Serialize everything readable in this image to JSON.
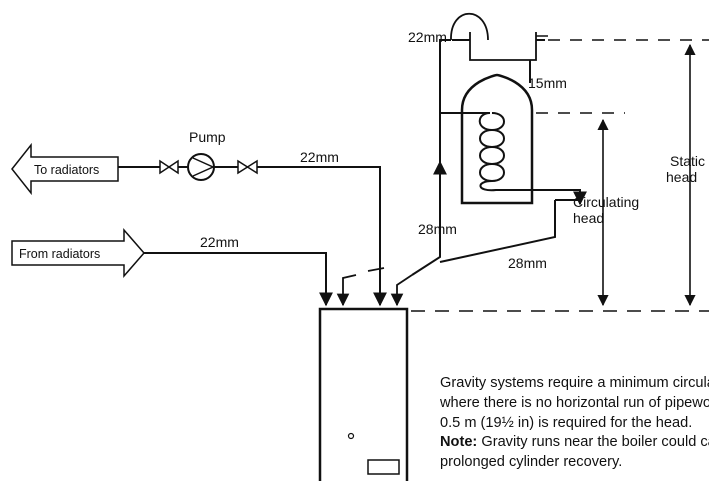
{
  "labels": {
    "pump": "Pump",
    "to_radiators": "To radiators",
    "from_radiators": "From radiators",
    "pipe_22mm_top": "22mm",
    "pipe_22mm_flow": "22mm",
    "pipe_22mm_return": "22mm",
    "pipe_15mm": "15mm",
    "pipe_28mm_flow": "28mm",
    "pipe_28mm_return": "28mm",
    "circulating_head": [
      "Circulating",
      "head"
    ],
    "static_head": [
      "Static",
      "head"
    ]
  },
  "caption": {
    "line1": "Gravity systems require a minimum circulating head;",
    "line2": "where there is no horizontal run of pipework,",
    "line3": "0.5 m (19½ in) is required for the head.",
    "note_label": "Note:",
    "note_text": " Gravity runs near the boiler could cause",
    "line5": "prolonged cylinder recovery."
  }
}
